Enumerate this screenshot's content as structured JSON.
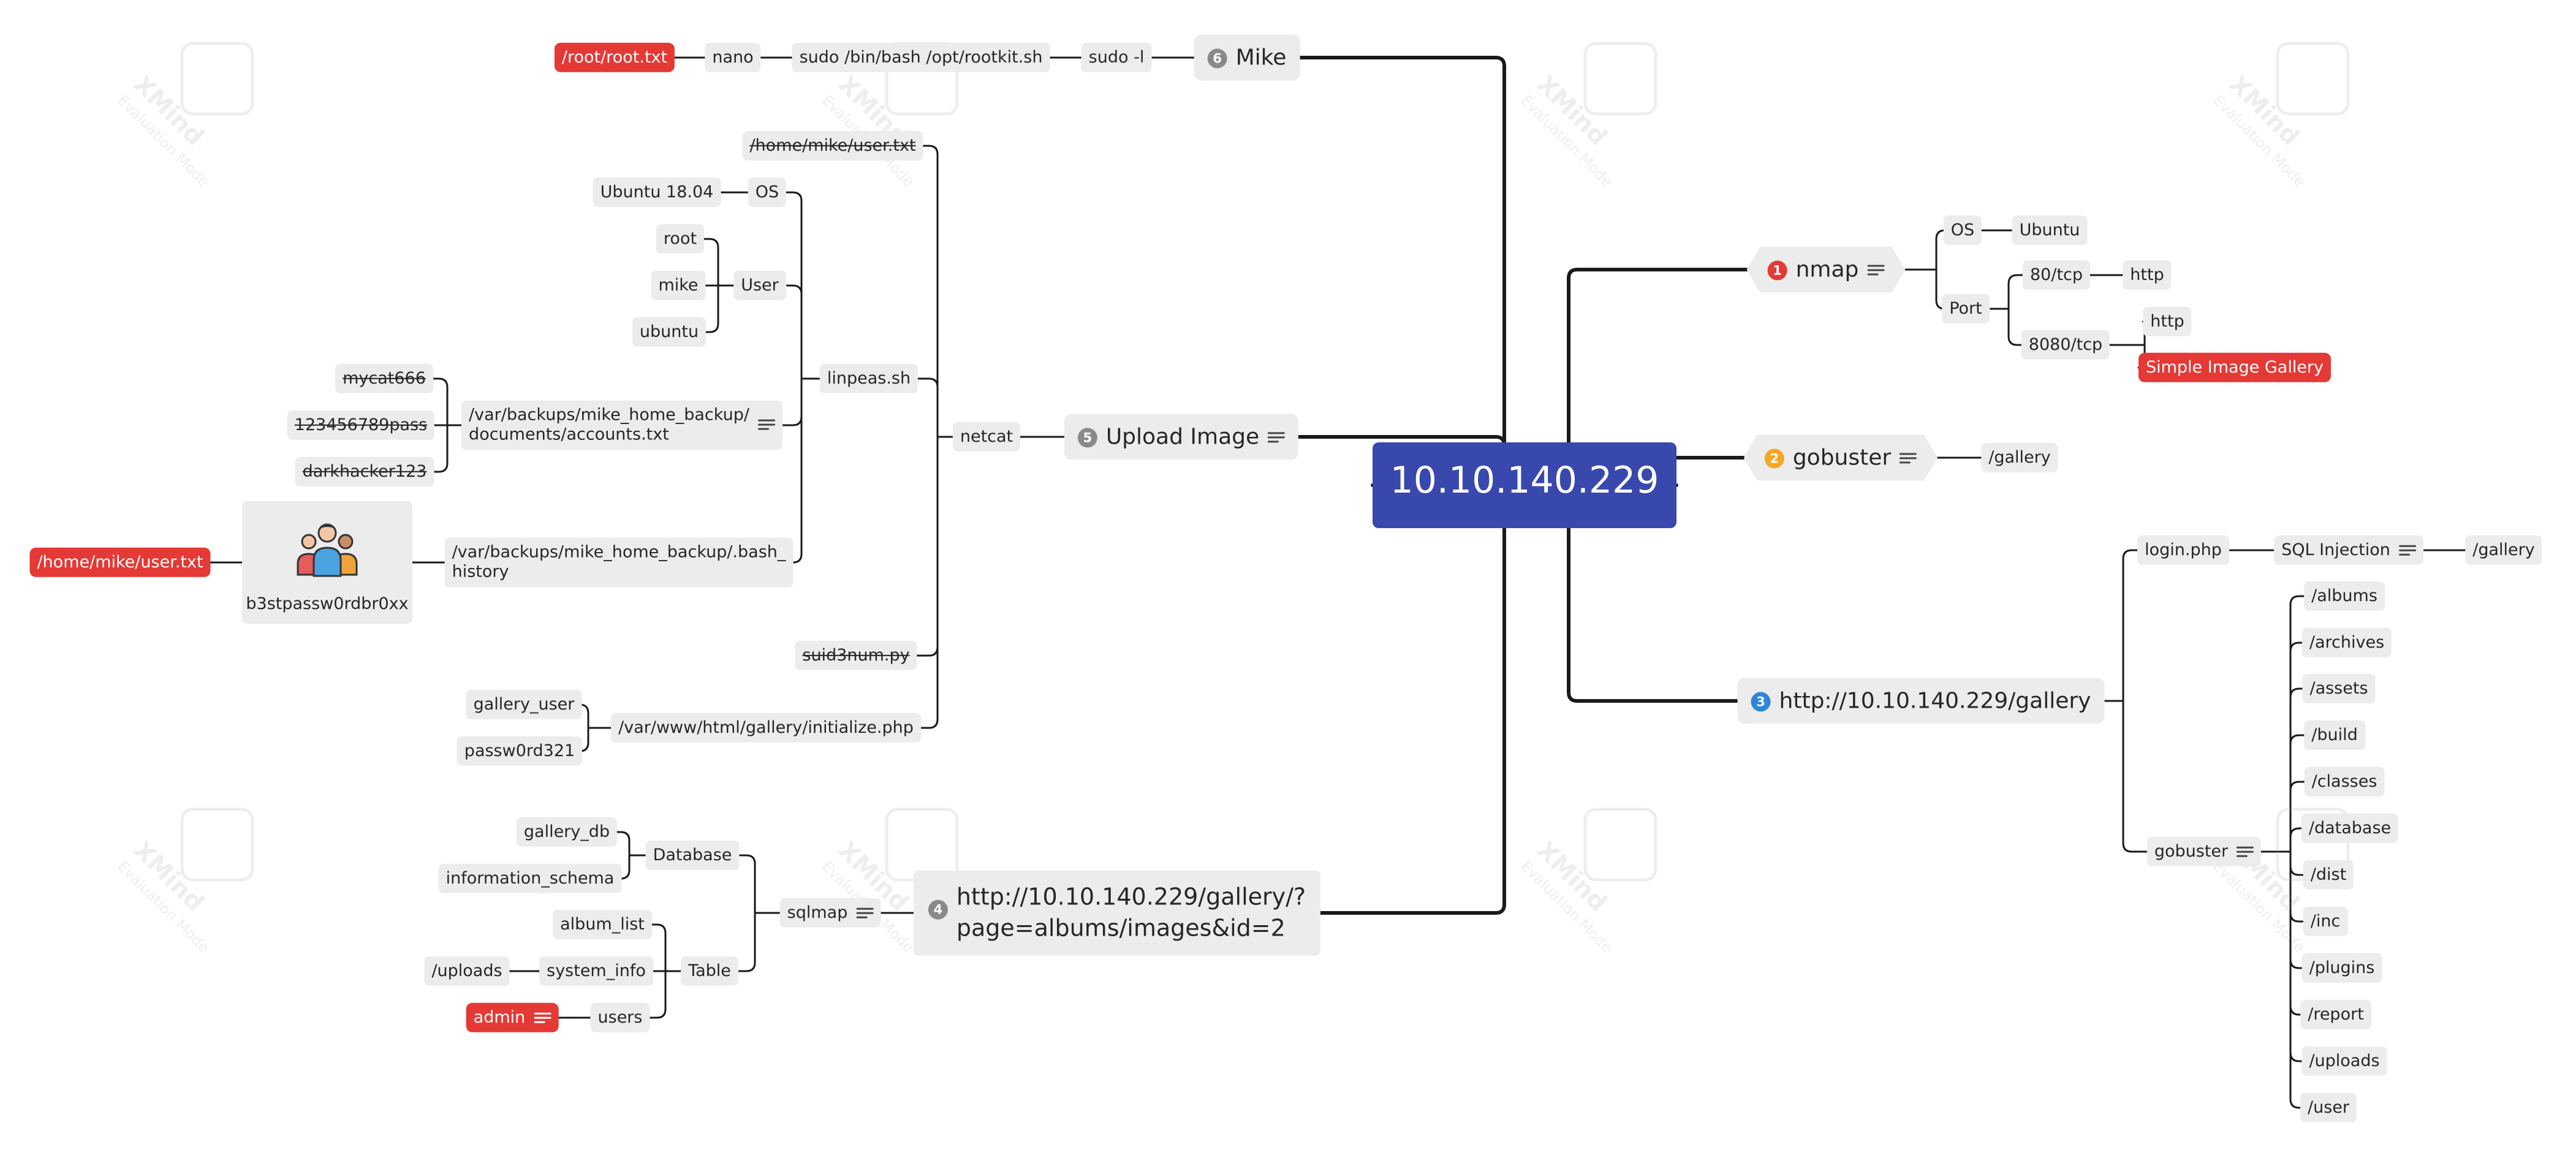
{
  "center": "10.10.140.229",
  "watermark": {
    "title": "XMind",
    "subtitle": "Evaluation Mode"
  },
  "colors": {
    "center": "#3848ad",
    "red": "#e53935",
    "badge1": "#e53935",
    "badge2": "#f5a623",
    "badge3": "#2f86d8",
    "badge_grey": "#8a8a8a"
  },
  "n1": {
    "badge": "1",
    "label": "nmap",
    "os": "OS",
    "ubuntu": "Ubuntu",
    "port": "Port",
    "p80": "80/tcp",
    "http80": "http",
    "p8080": "8080/tcp",
    "http8080": "http",
    "sig": "Simple Image Gallery"
  },
  "n2": {
    "badge": "2",
    "label": "gobuster",
    "gallery": "/gallery"
  },
  "n3": {
    "badge": "3",
    "label": "http://10.10.140.229/gallery",
    "login": "login.php",
    "sqli": "SQL Injection",
    "sqli_gallery": "/gallery",
    "gobuster": "gobuster",
    "dirs": [
      "/albums",
      "/archives",
      "/assets",
      "/build",
      "/classes",
      "/database",
      "/dist",
      "/inc",
      "/plugins",
      "/report",
      "/uploads",
      "/user"
    ]
  },
  "n4": {
    "badge": "4",
    "label_1": "http://10.10.140.229/gallery/?",
    "label_2": "page=albums/images&id=2",
    "sqlmap": "sqlmap",
    "database": "Database",
    "gallery_db": "gallery_db",
    "info_schema": "information_schema",
    "table": "Table",
    "album_list": "album_list",
    "system_info": "system_info",
    "uploads": "/uploads",
    "users": "users",
    "admin": "admin"
  },
  "n5": {
    "badge": "5",
    "label": "Upload Image",
    "netcat": "netcat",
    "user_txt": "/home/mike/user.txt",
    "os": "OS",
    "ubuntu": "Ubuntu 18.04",
    "user": "User",
    "root": "root",
    "mike": "mike",
    "ubuntu_user": "ubuntu",
    "linpeas": "linpeas.sh",
    "accounts_1": "/var/backups/mike_home_backup/",
    "accounts_2": "documents/accounts.txt",
    "pw1": "mycat666",
    "pw2": "123456789pass",
    "pw3": "darkhacker123",
    "bash_1": "/var/backups/mike_home_backup/.bash_",
    "bash_2": "history",
    "image_caption": "b3stpassw0rdbr0xx",
    "mike_user_txt": "/home/mike/user.txt",
    "suid": "suid3num.py",
    "initialize": "/var/www/html/gallery/initialize.php",
    "gallery_user": "gallery_user",
    "passw": "passw0rd321"
  },
  "n6": {
    "badge": "6",
    "label": "Mike",
    "sudo_l": "sudo -l",
    "sudo_bash": "sudo /bin/bash /opt/rootkit.sh",
    "nano": "nano",
    "root_txt": "/root/root.txt"
  }
}
